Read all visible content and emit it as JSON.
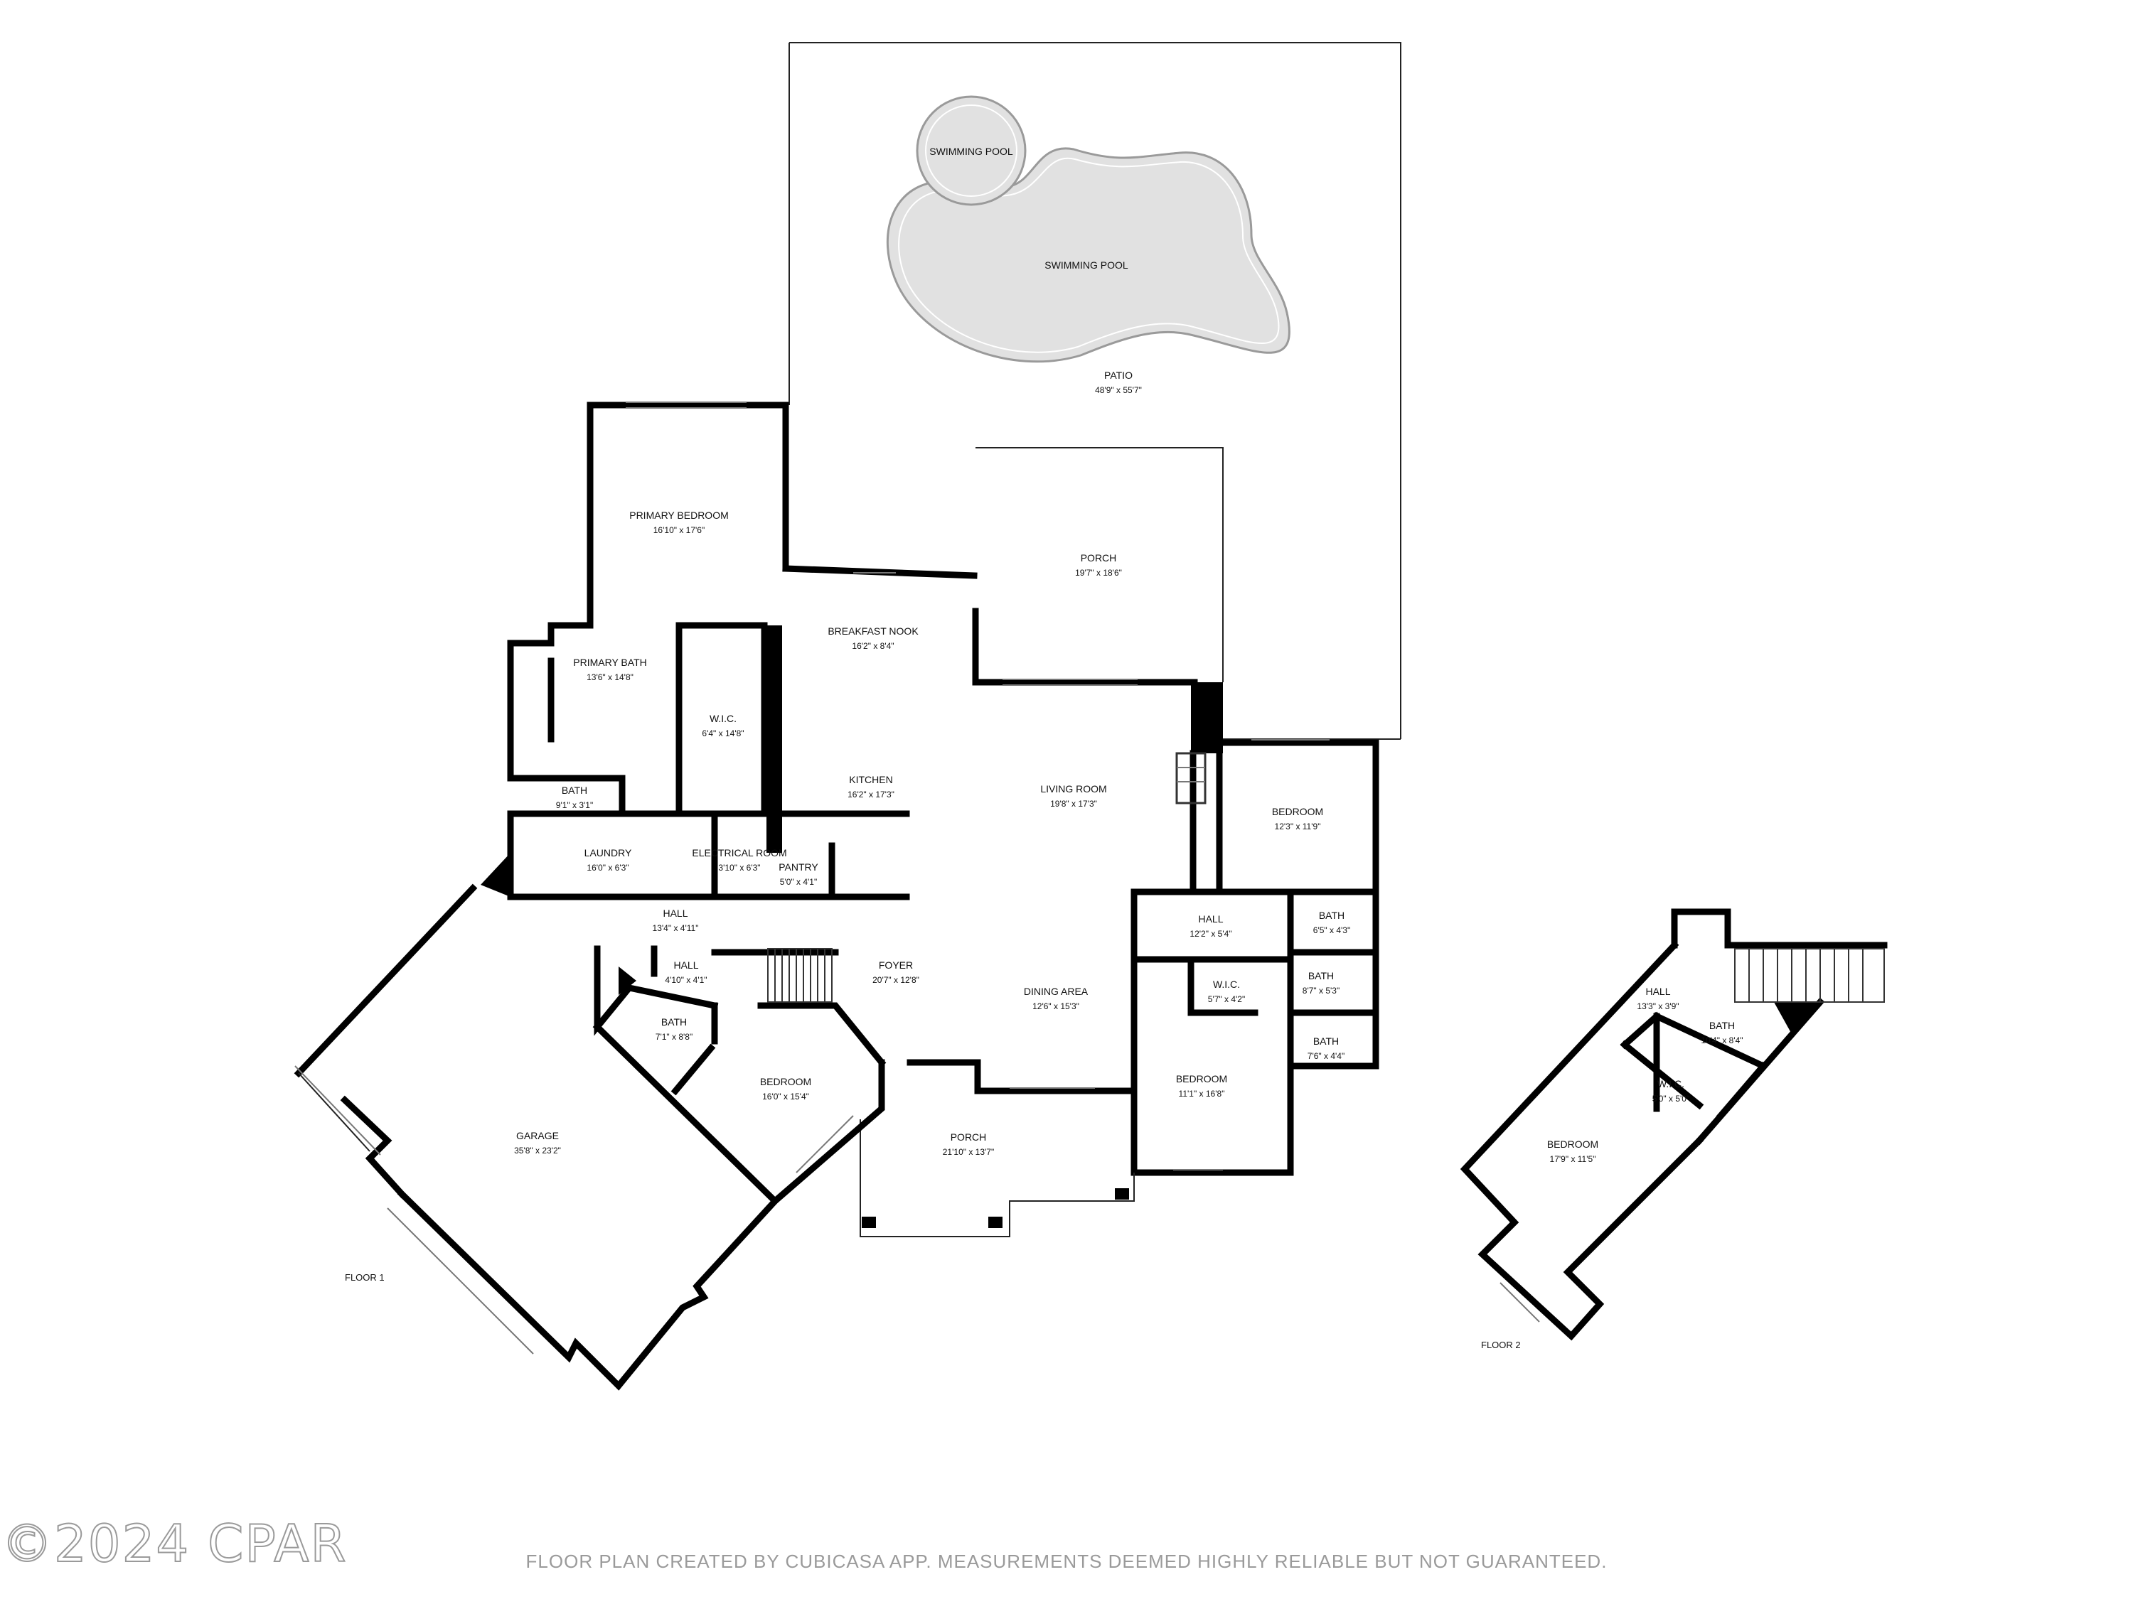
{
  "floors": [
    {
      "label": "FLOOR 1",
      "rooms": [
        {
          "name": "SWIMMING POOL",
          "dims": ""
        },
        {
          "name": "SWIMMING POOL",
          "dims": ""
        },
        {
          "name": "PATIO",
          "dims": "48'9\" x 55'7\""
        },
        {
          "name": "PRIMARY BEDROOM",
          "dims": "16'10\" x 17'6\""
        },
        {
          "name": "PORCH",
          "dims": "19'7\" x 18'6\""
        },
        {
          "name": "BREAKFAST NOOK",
          "dims": "16'2\" x 8'4\""
        },
        {
          "name": "PRIMARY BATH",
          "dims": "13'6\" x 14'8\""
        },
        {
          "name": "W.I.C.",
          "dims": "6'4\" x 14'8\""
        },
        {
          "name": "KITCHEN",
          "dims": "16'2\" x 17'3\""
        },
        {
          "name": "LIVING ROOM",
          "dims": "19'8\" x 17'3\""
        },
        {
          "name": "BEDROOM",
          "dims": "12'3\" x 11'9\""
        },
        {
          "name": "BATH",
          "dims": "9'1\" x 3'1\""
        },
        {
          "name": "LAUNDRY",
          "dims": "16'0\" x 6'3\""
        },
        {
          "name": "ELECTRICAL ROOM",
          "dims": "3'10\" x 6'3\""
        },
        {
          "name": "PANTRY",
          "dims": "5'0\" x 4'1\""
        },
        {
          "name": "HALL",
          "dims": "13'4\" x 4'11\""
        },
        {
          "name": "HALL",
          "dims": "12'2\" x 5'4\""
        },
        {
          "name": "BATH",
          "dims": "6'5\" x 4'3\""
        },
        {
          "name": "HALL",
          "dims": "4'10\" x 4'1\""
        },
        {
          "name": "FOYER",
          "dims": "20'7\" x 12'8\""
        },
        {
          "name": "W.I.C.",
          "dims": "5'7\" x 4'2\""
        },
        {
          "name": "BATH",
          "dims": "8'7\" x 5'3\""
        },
        {
          "name": "DINING AREA",
          "dims": "12'6\" x 15'3\""
        },
        {
          "name": "BATH",
          "dims": "7'1\" x 8'8\""
        },
        {
          "name": "BATH",
          "dims": "7'6\" x 4'4\""
        },
        {
          "name": "BEDROOM",
          "dims": "16'0\" x 15'4\""
        },
        {
          "name": "BEDROOM",
          "dims": "11'1\" x 16'8\""
        },
        {
          "name": "GARAGE",
          "dims": "35'8\" x 23'2\""
        },
        {
          "name": "PORCH",
          "dims": "21'10\" x 13'7\""
        }
      ]
    },
    {
      "label": "FLOOR 2",
      "rooms": [
        {
          "name": "HALL",
          "dims": "13'3\" x 3'9\""
        },
        {
          "name": "BATH",
          "dims": "10'4\" x 8'4\""
        },
        {
          "name": "W.I.C.",
          "dims": "5'0\" x 5'0\""
        },
        {
          "name": "BEDROOM",
          "dims": "17'9\" x 11'5\""
        }
      ]
    }
  ],
  "watermark": "©2024 CPAR",
  "disclaimer": "FLOOR PLAN CREATED BY CUBICASA APP. MEASUREMENTS DEEMED HIGHLY RELIABLE BUT NOT GUARANTEED."
}
